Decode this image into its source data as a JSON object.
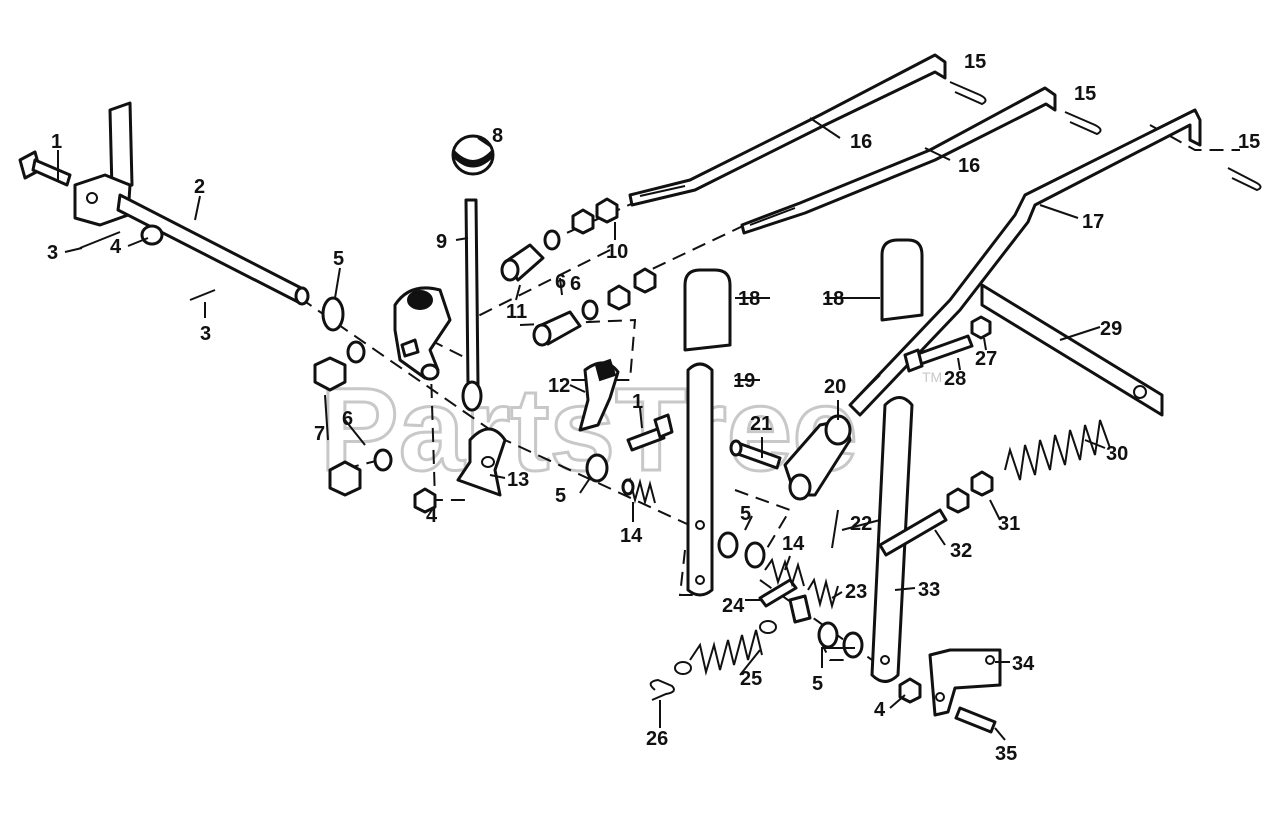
{
  "watermark": {
    "text": "PartsTree",
    "mark": "TM"
  },
  "callouts": [
    "1",
    "2",
    "3",
    "3",
    "4",
    "5",
    "6",
    "7",
    "6",
    "4",
    "8",
    "9",
    "10",
    "11",
    "6",
    "12",
    "1",
    "13",
    "5",
    "14",
    "15",
    "15",
    "15",
    "16",
    "16",
    "17",
    "18",
    "18",
    "19",
    "20",
    "21",
    "22",
    "5",
    "14",
    "23",
    "24",
    "5",
    "25",
    "26",
    "27",
    "28",
    "29",
    "30",
    "31",
    "32",
    "33",
    "34",
    "4",
    "35"
  ]
}
